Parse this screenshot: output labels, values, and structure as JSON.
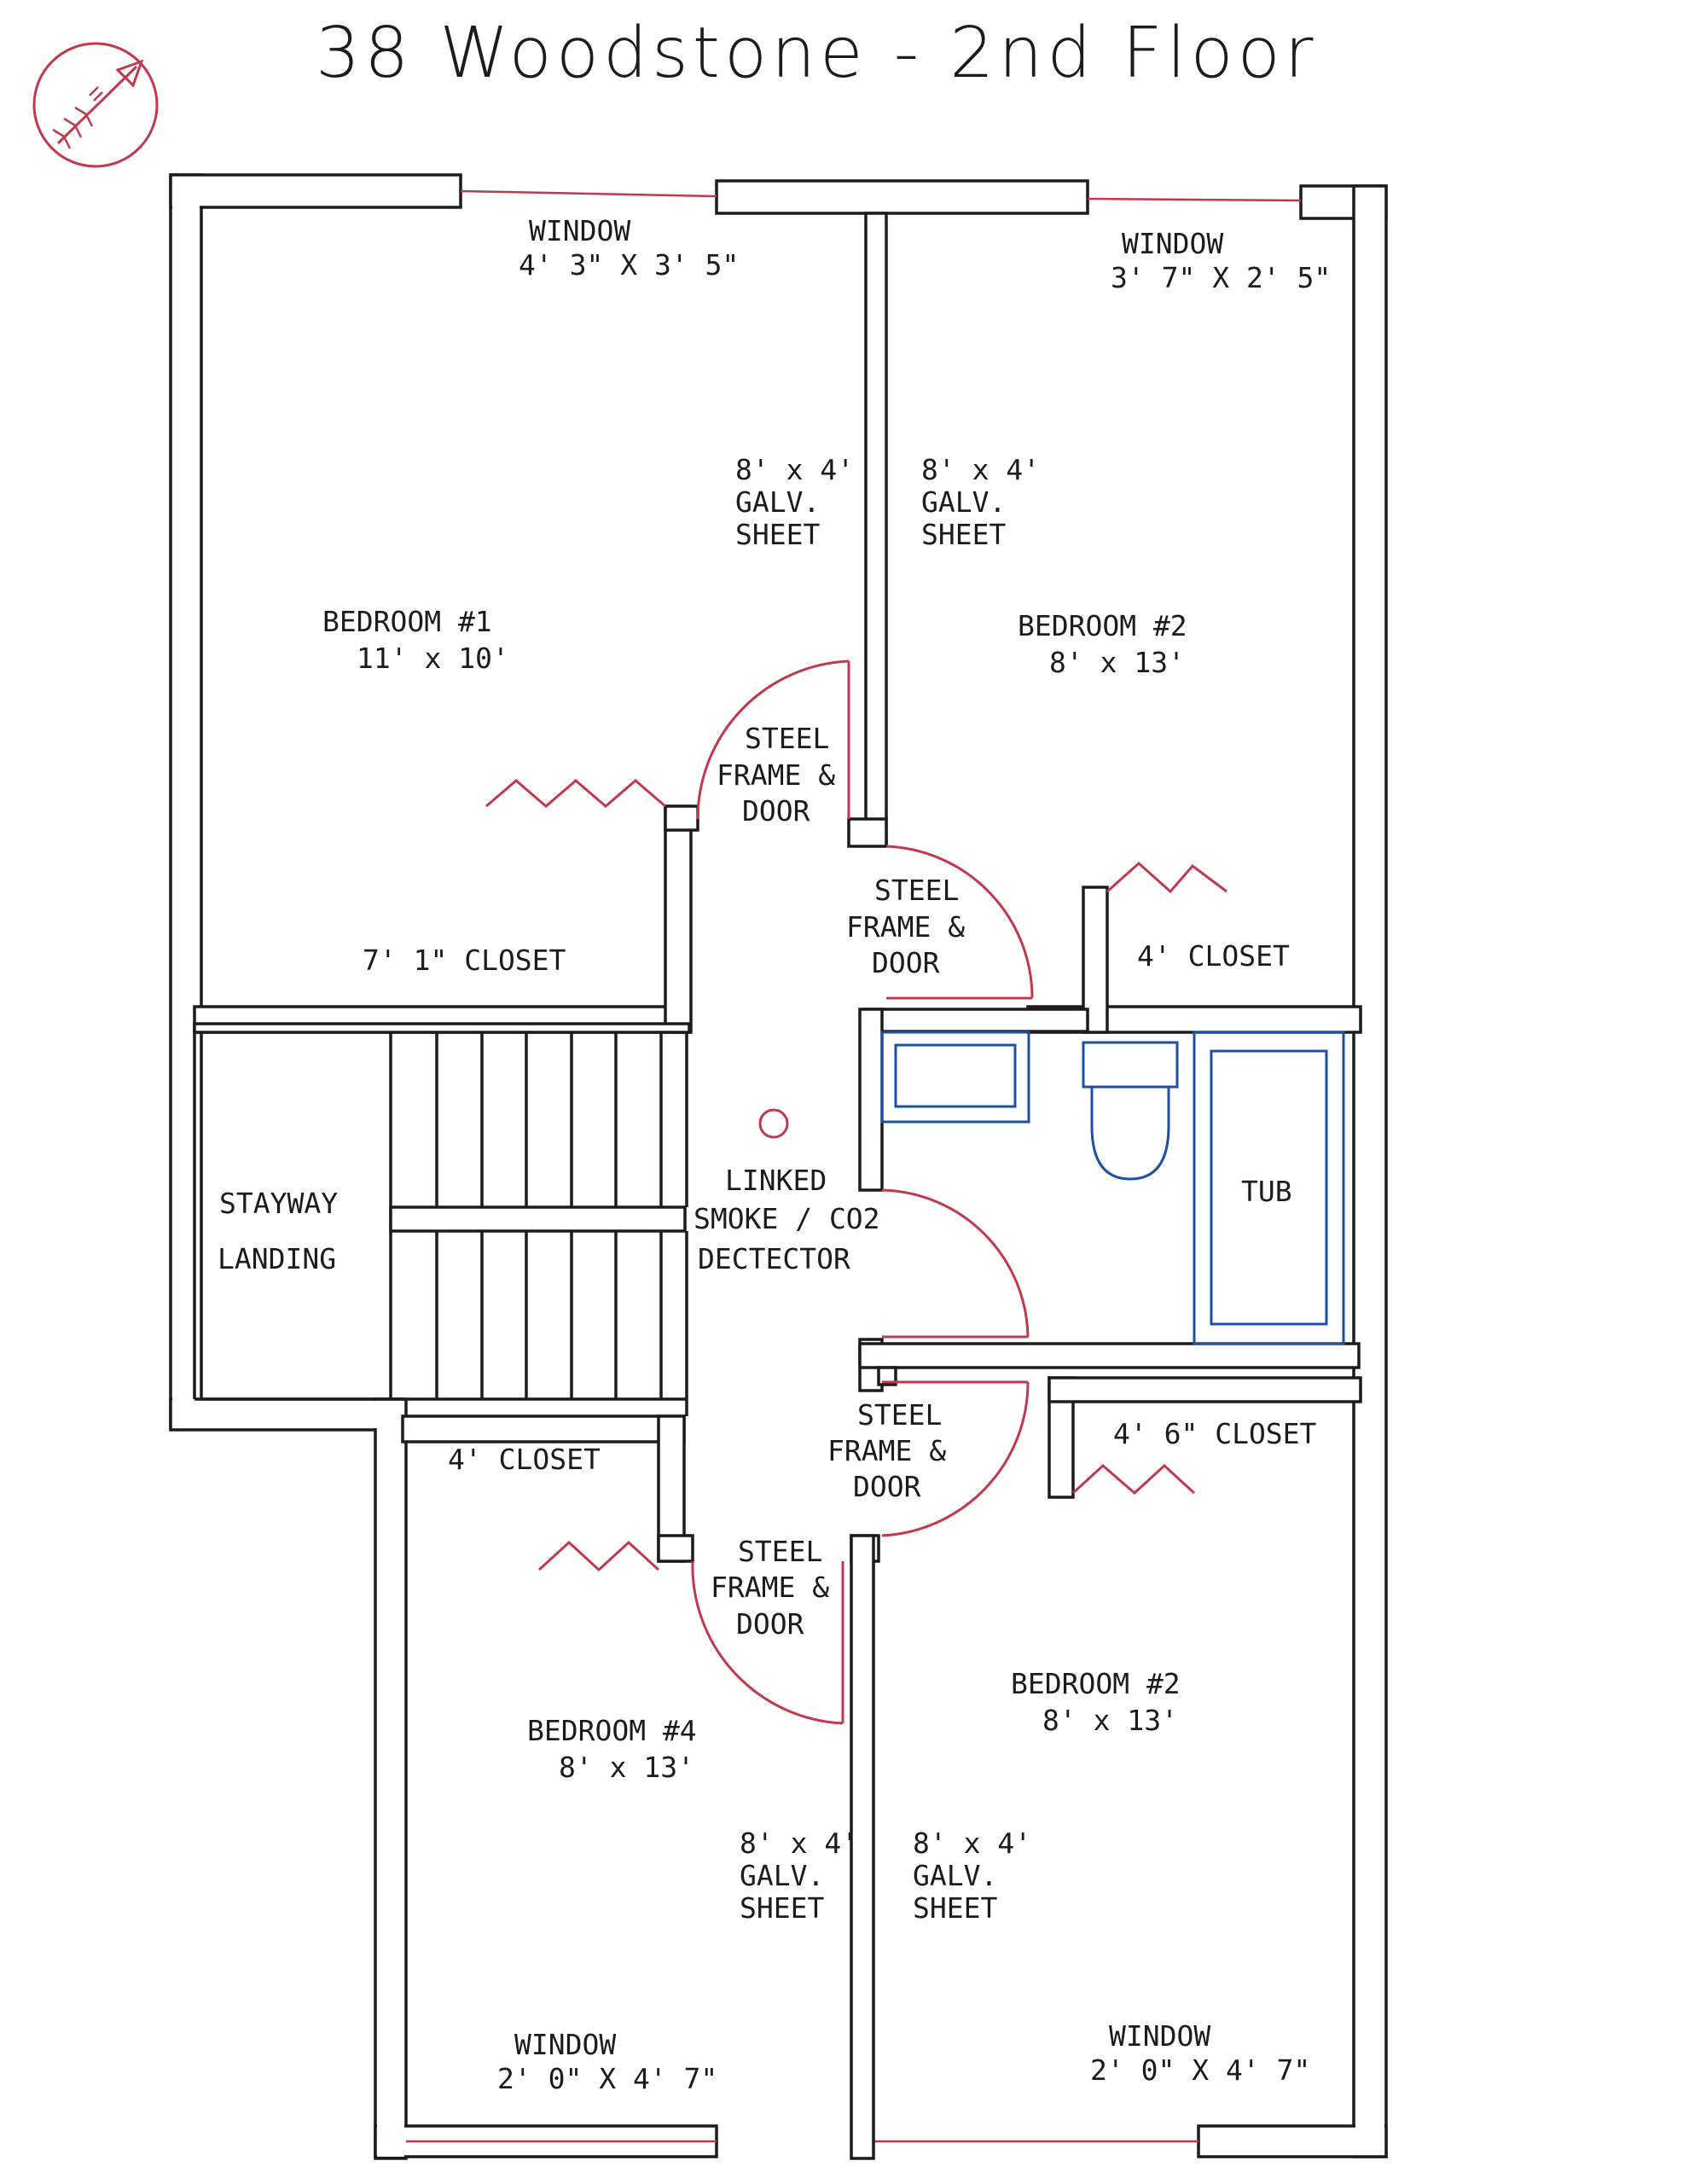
{
  "title": "38 Woodstone - 2nd Floor",
  "colors": {
    "walls": "#1c1c1c",
    "doors_windows": "#c0394d",
    "fixtures": "#1f4fa0",
    "background": "#ffffff"
  },
  "icons": {
    "compass": "north-arrow-icon"
  },
  "labels": {
    "window_nw_title": "WINDOW",
    "window_nw_size": "4' 3\" X 3' 5\"",
    "window_ne_title": "WINDOW",
    "window_ne_size": "3' 7\" X 2' 5\"",
    "window_sw_title": "WINDOW",
    "window_sw_size": "2' 0\" X 4' 7\"",
    "window_se_title": "WINDOW",
    "window_se_size": "2' 0\" X 4' 7\"",
    "galv_size": "8' x 4'",
    "galv_line2": "GALV.",
    "galv_line3": "SHEET",
    "bedroom1_name": "BEDROOM #1",
    "bedroom1_size": "11' x 10'",
    "bedroom2_name": "BEDROOM #2",
    "bedroom2_size": "8' x 13'",
    "bedroom3_name": "BEDROOM #2",
    "bedroom3_size": "8' x 13'",
    "bedroom4_name": "BEDROOM #4",
    "bedroom4_size": "8' x 13'",
    "door_line1": "STEEL",
    "door_line2": "FRAME &",
    "door_line3": "DOOR",
    "closet_b1": "7' 1\"  CLOSET",
    "closet_b2": "4'  CLOSET",
    "closet_b3": "4' 6\"  CLOSET",
    "closet_b4": "4'  CLOSET",
    "stairway_line1": "STAYWAY",
    "stairway_line2": "LANDING",
    "detector_line1": "LINKED",
    "detector_line2": "SMOKE / CO2",
    "detector_line3": "DECTECTOR",
    "tub": "TUB"
  }
}
